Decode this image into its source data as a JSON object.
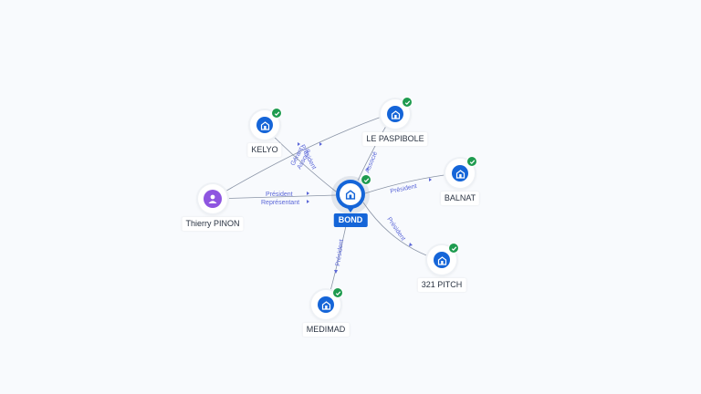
{
  "colors": {
    "company": "#1565d8",
    "person": "#8e55e0",
    "verified": "#1e9b4f",
    "edge_label": "#5b67d8",
    "edge_line": "#8a94a6"
  },
  "nodes": {
    "bond": {
      "label": "BOND",
      "type": "company",
      "verified": true,
      "icon": "building-icon"
    },
    "kelyo": {
      "label": "KELYO",
      "type": "company",
      "verified": true,
      "icon": "building-icon"
    },
    "le_paspibole": {
      "label": "LE PASPIBOLE",
      "type": "company",
      "verified": true,
      "icon": "building-icon"
    },
    "balnat": {
      "label": "BALNAT",
      "type": "company",
      "verified": true,
      "icon": "building-icon"
    },
    "pitch_321": {
      "label": "321 PITCH",
      "type": "company",
      "verified": true,
      "icon": "building-icon"
    },
    "medimad": {
      "label": "MEDIMAD",
      "type": "company",
      "verified": true,
      "icon": "building-icon"
    },
    "thierry_pinon": {
      "label": "Thierry PINON",
      "type": "person",
      "verified": false,
      "icon": "person-icon"
    }
  },
  "edges": {
    "pinon_bond": {
      "from": "Thierry PINON",
      "to": "BOND",
      "labels": [
        "Président",
        "Représentant"
      ]
    },
    "pinon_paspibole": {
      "from": "Thierry PINON",
      "to": "LE PASPIBOLE",
      "labels": [
        "Gérant",
        "Associé"
      ]
    },
    "kelyo_bond": {
      "from": "KELYO",
      "to": "BOND",
      "labels": [
        "Président"
      ]
    },
    "bond_paspibole": {
      "from": "BOND",
      "to": "LE PASPIBOLE",
      "labels": [
        "Associé"
      ]
    },
    "bond_balnat": {
      "from": "BOND",
      "to": "BALNAT",
      "labels": [
        "Président"
      ]
    },
    "bond_pitch": {
      "from": "BOND",
      "to": "321 PITCH",
      "labels": [
        "Président"
      ]
    },
    "bond_medimad": {
      "from": "BOND",
      "to": "MEDIMAD",
      "labels": [
        "Président"
      ]
    }
  }
}
